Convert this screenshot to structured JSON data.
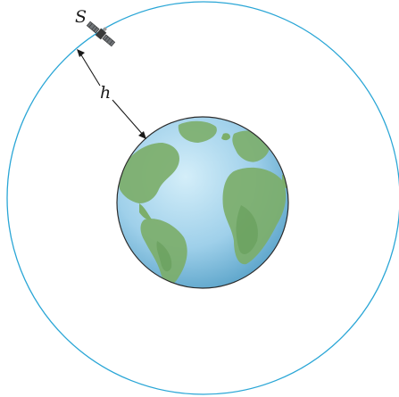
{
  "labels": {
    "satellite": "S",
    "altitude": "h"
  },
  "colors": {
    "orbit": "#2aa6d6",
    "ocean_light": "#b7def0",
    "ocean_dark": "#5aa9cf",
    "land": "#7cae6a",
    "land_dark": "#5e9650",
    "outline": "#2b2b2b",
    "arrow": "#1a1a1a",
    "satellite_body": "#3a3a3a"
  },
  "icons": {
    "satellite": "satellite-icon",
    "earth": "earth-globe"
  }
}
